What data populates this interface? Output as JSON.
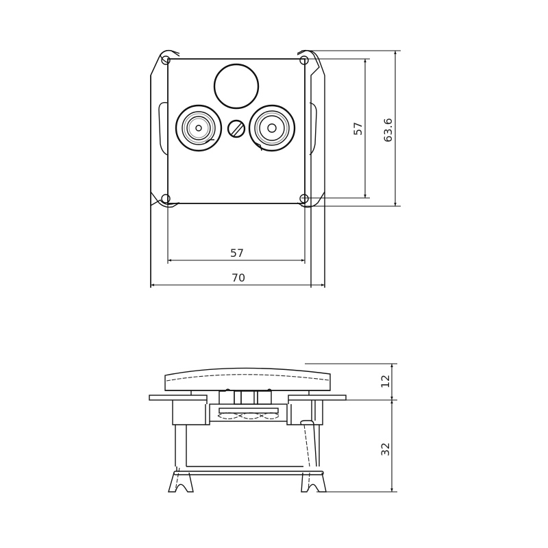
{
  "drawing": {
    "subject": "TV/SAT antenna socket",
    "front_view": {
      "dimensions": {
        "plate_width": "57",
        "overall_width": "70",
        "plate_height": "57",
        "overall_height": "63.6"
      }
    },
    "side_view": {
      "dimensions": {
        "cover_depth": "12",
        "mounting_depth": "32"
      }
    }
  }
}
